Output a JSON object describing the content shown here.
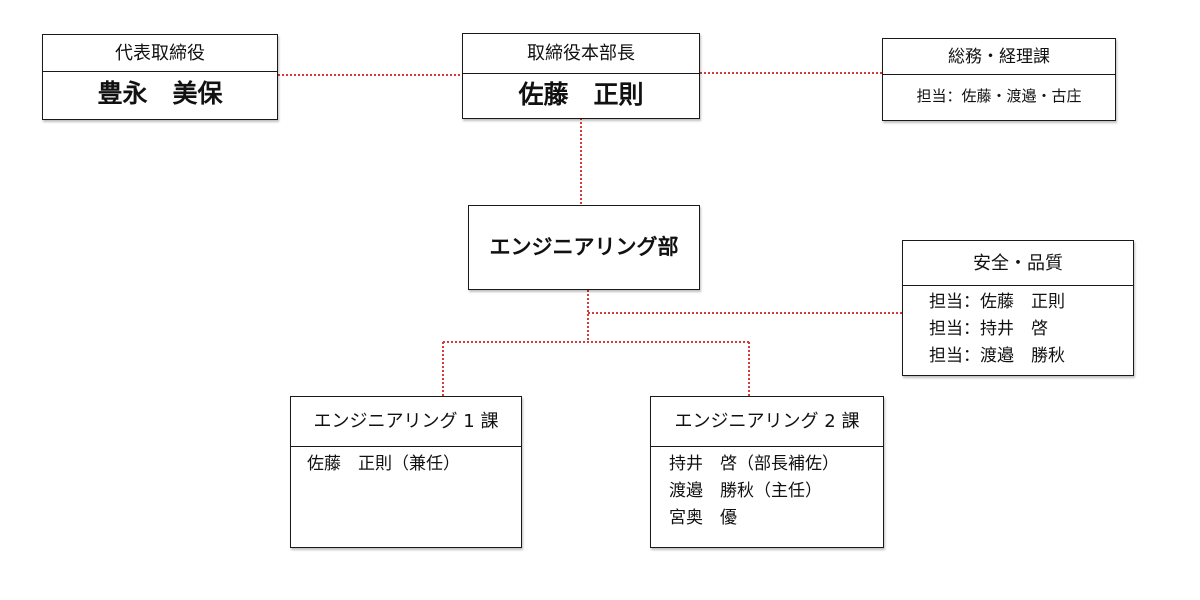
{
  "ceo": {
    "title": "代表取締役",
    "name": "豊永　美保"
  },
  "director": {
    "title": "取締役本部長",
    "name": "佐藤　正則"
  },
  "general_affairs": {
    "title": "総務・経理課",
    "staff": "担当：佐藤・渡邉・古庄"
  },
  "engineering_dept": {
    "title": "エンジニアリング部"
  },
  "safety_quality": {
    "title": "安全・品質",
    "staff": [
      "担当：佐藤　正則",
      "担当：持井　啓",
      "担当：渡邉　勝秋"
    ]
  },
  "section1": {
    "title": "エンジニアリング 1 課",
    "members": [
      "佐藤　正則（兼任）"
    ]
  },
  "section2": {
    "title": "エンジニアリング 2 課",
    "members": [
      "持井　啓（部長補佐）",
      "渡邉　勝秋（主任）",
      "宮奥　優"
    ]
  },
  "colors": {
    "connector": "#d83a3a",
    "border": "#1a1a1a"
  }
}
